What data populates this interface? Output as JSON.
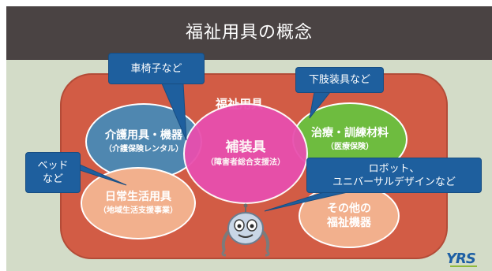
{
  "title": "福祉用具の概念",
  "outer_label": "福祉用具",
  "ellipses": {
    "kaigo": {
      "label": "介護用具・機器",
      "sub": "（介護保険レンタル）"
    },
    "hosogu": {
      "label": "補装具",
      "sub": "（障害者総合支援法）"
    },
    "chiryo": {
      "label": "治療・訓練材料",
      "sub": "（医療保険）"
    },
    "nichijo": {
      "label": "日常生活用具",
      "sub": "（地域生活支援事業）"
    },
    "sonota": {
      "line1": "その他の",
      "line2": "福祉機器"
    }
  },
  "callouts": {
    "kurumaisu": "車椅子など",
    "kashi": "下肢装具など",
    "bed_line1": "ベッド",
    "bed_line2": "など",
    "robot_line1": "ロボット、",
    "robot_line2": "ユニバーサルデザインなど"
  },
  "logo": "YRS",
  "colors": {
    "header": "#4a4343",
    "outer": "#d25c45",
    "blue_ellipse": "#4f87b0",
    "pink_ellipse": "#e84fae",
    "green_ellipse": "#6ebc3f",
    "peach_ellipse": "#f2b08d",
    "callout": "#1e5f9e"
  },
  "icons": [
    "robot-icon"
  ]
}
